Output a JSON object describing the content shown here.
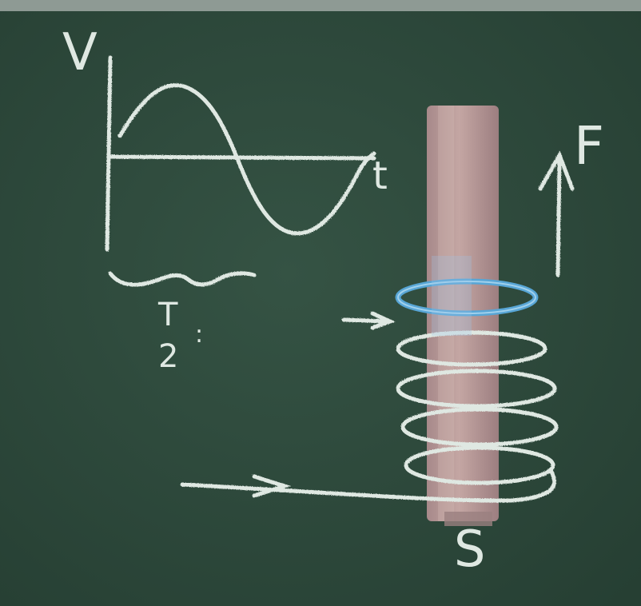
{
  "diagram": {
    "board_color": "#2e4a3c",
    "chalk_color": "#dfe8e2",
    "highlight_ring_color": "#58a6d6",
    "rod_color": "#b89a98",
    "labels": {
      "voltage_axis": "V",
      "time_axis": "t",
      "force": "F",
      "pole": "S",
      "half_period_numerator": "T",
      "half_period_denominator": "2",
      "half_period_colon": ":"
    }
  }
}
